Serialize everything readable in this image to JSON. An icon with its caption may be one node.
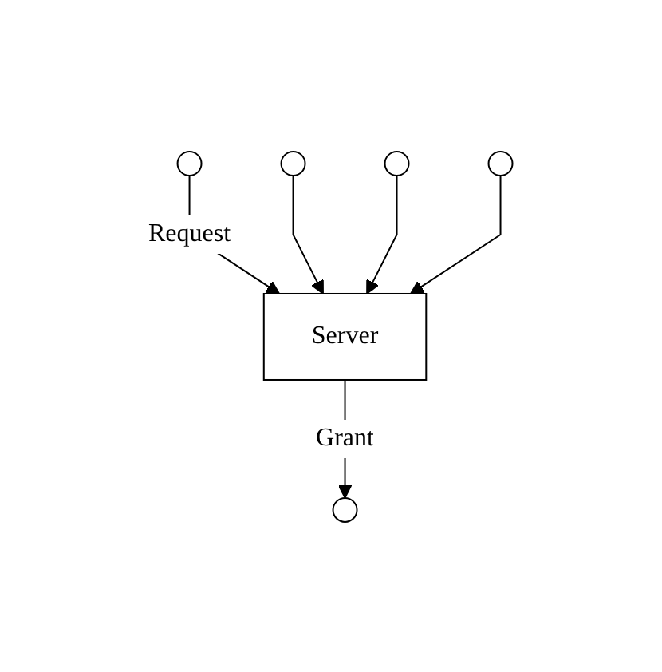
{
  "diagram": {
    "nodes": [
      {
        "text": [],
        "shape": "circle"
      },
      {
        "text": [],
        "shape": "circle"
      },
      {
        "text": [],
        "shape": "circle"
      },
      {
        "text": [],
        "shape": "circle"
      },
      {
        "text": [],
        "shape": "circle"
      },
      {
        "text": [
          "Server"
        ]
      }
    ],
    "edges": [
      {
        "from": 0,
        "to": 5,
        "arrow": "to",
        "label": "Request"
      },
      {
        "from": 1,
        "to": 5,
        "arrow": "to"
      },
      {
        "from": 2,
        "to": 5,
        "arrow": "to"
      },
      {
        "from": 3,
        "to": 5,
        "arrow": "to"
      },
      {
        "from": 5,
        "to": 4,
        "arrow": "to",
        "label": "Grant"
      }
    ]
  }
}
